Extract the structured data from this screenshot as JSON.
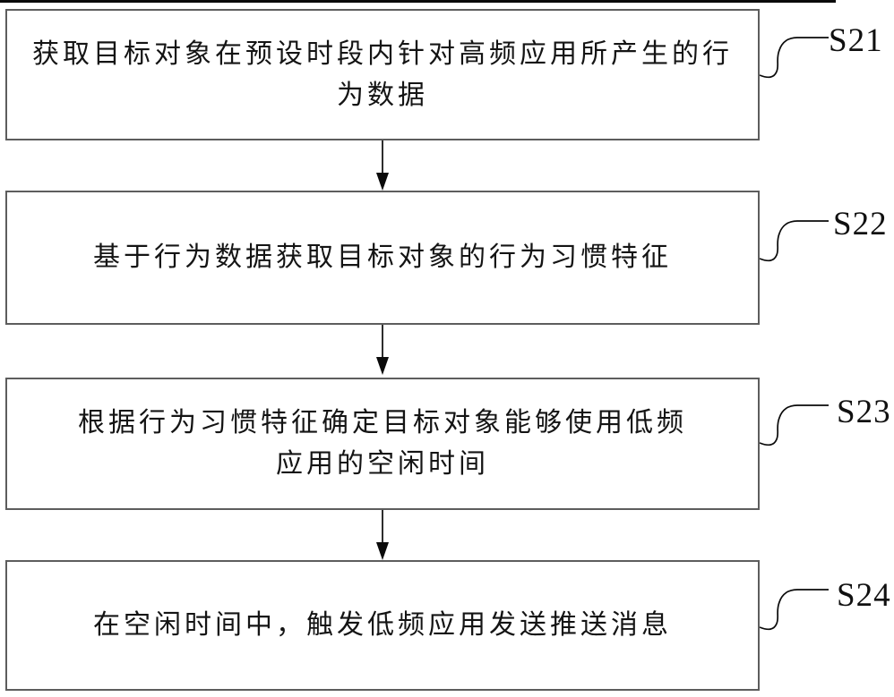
{
  "figure": {
    "type": "flowchart",
    "steps": [
      {
        "label": "S21",
        "lines": [
          "获取目标对象在预设时段内针对高频应用所产生的行",
          "为数据"
        ],
        "text": "获取目标对象在预设时段内针对高频应用所产生的行为数据"
      },
      {
        "label": "S22",
        "lines": [
          "基于行为数据获取目标对象的行为习惯特征"
        ],
        "text": "基于行为数据获取目标对象的行为习惯特征"
      },
      {
        "label": "S23",
        "lines": [
          "根据行为习惯特征确定目标对象能够使用低频",
          "应用的空闲时间"
        ],
        "text": "根据行为习惯特征确定目标对象能够使用低频应用的空闲时间"
      },
      {
        "label": "S24",
        "lines": [
          "在空闲时间中，触发低频应用发送推送消息"
        ],
        "text": "在空闲时间中，触发低频应用发送推送消息"
      }
    ],
    "colors": {
      "background": "#ffffff",
      "box_border": "#5d5d5d",
      "text": "#141414",
      "line": "#0a0a0a"
    }
  }
}
